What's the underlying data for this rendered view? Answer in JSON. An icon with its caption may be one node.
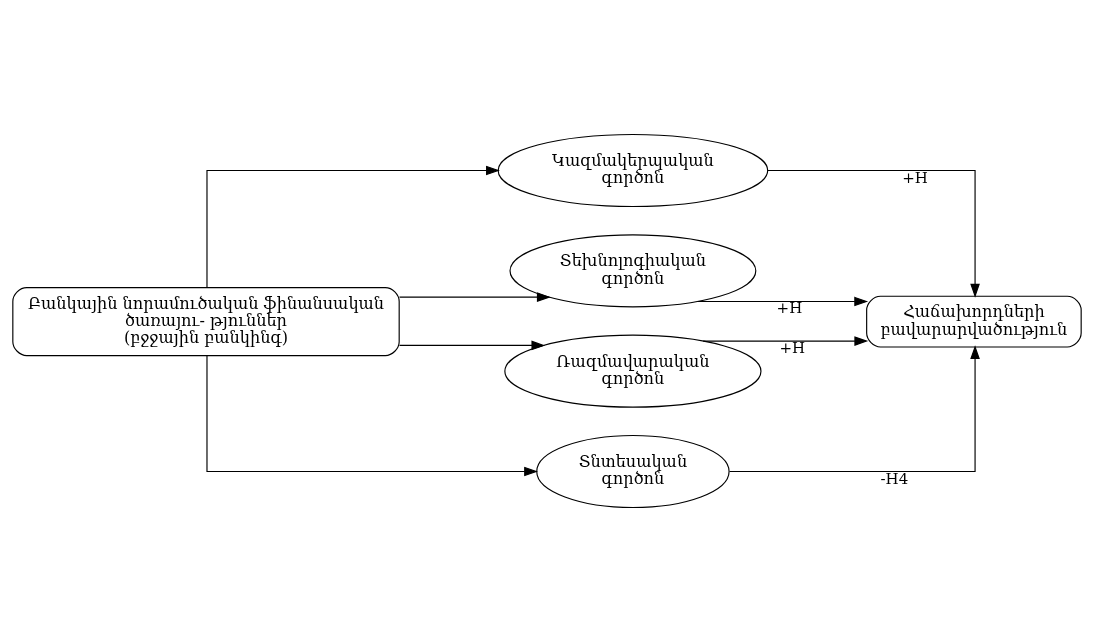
{
  "diagram": {
    "nodes": [
      {
        "text": [
          "Բանկային նորամուծական ֆինանսական ծառայու- թյուններ (բջջային բանկինգ)"
        ]
      },
      {
        "text": [
          "Կազմակերպական գործոն"
        ]
      },
      {
        "text": [
          "Տեխնոլոգիական գործոն"
        ]
      },
      {
        "text": [
          "Ռազմավարական գործոն"
        ]
      },
      {
        "text": [
          "Տնտեսական գործոն"
        ]
      },
      {
        "text": [
          "Հաճախորդների բավարարվածություն"
        ]
      }
    ],
    "edges": [
      {
        "from": 0,
        "to": 1,
        "arrow": "to"
      },
      {
        "from": 0,
        "to": 2,
        "arrow": "to"
      },
      {
        "from": 0,
        "to": 3,
        "arrow": "to"
      },
      {
        "from": 0,
        "to": 4,
        "arrow": "to"
      },
      {
        "from": 1,
        "to": 5,
        "arrow": "to",
        "label": "+H"
      },
      {
        "from": 2,
        "to": 5,
        "arrow": "to",
        "label": "+H"
      },
      {
        "from": 3,
        "to": 5,
        "arrow": "to",
        "label": "+H"
      },
      {
        "from": 4,
        "to": 5,
        "arrow": "to",
        "label": "-H4"
      }
    ]
  }
}
